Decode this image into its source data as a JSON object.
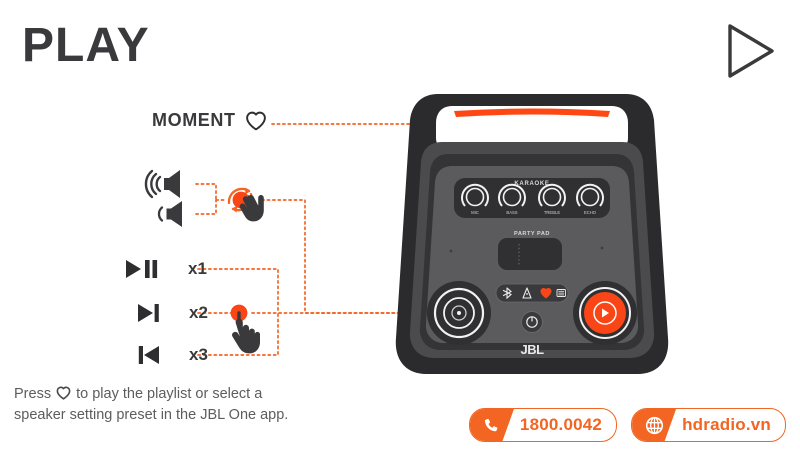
{
  "page": {
    "title": "PLAY",
    "background_color": "#ffffff",
    "accent_color": "#f26522",
    "dark_color": "#3a3a3c"
  },
  "header": {
    "title": "PLAY",
    "play_icon_name": "play-outline-icon"
  },
  "callouts": {
    "moment": {
      "label": "MOMENT",
      "icon": "heart-outline-icon"
    },
    "volume": {
      "loud_icon": "speaker-volume-high-icon",
      "quiet_icon": "speaker-volume-low-icon",
      "gesture": "rotate-knob-hand-icon"
    },
    "playback": {
      "rows": [
        {
          "icon": "play-pause-icon",
          "label": "x1"
        },
        {
          "icon": "next-track-icon",
          "label": "x2"
        },
        {
          "icon": "previous-track-icon",
          "label": "x3"
        }
      ],
      "gesture": "press-button-hand-icon"
    }
  },
  "speaker": {
    "brand": "JBL",
    "karaoke_label": "KARAOKE",
    "knobs": [
      {
        "label": "MIC"
      },
      {
        "label": "BASS"
      },
      {
        "label": "TREBLE"
      },
      {
        "label": "ECHO"
      }
    ],
    "party_pad_label": "PARTY PAD",
    "control_strip": [
      {
        "name": "bluetooth-icon",
        "highlighted": false
      },
      {
        "name": "party-light-icon",
        "highlighted": false
      },
      {
        "name": "heart-moment-icon",
        "highlighted": true
      },
      {
        "name": "bass-boost-icon",
        "highlighted": false
      }
    ],
    "left_knob_name": "volume-knob",
    "right_button_name": "play-button",
    "power_button_name": "power-button",
    "led_strip_color": "#ff4713"
  },
  "caption": {
    "line1_before": "Press ",
    "line1_after": " to play the playlist or select a",
    "line2": "speaker setting preset in the JBL One app.",
    "heart_icon": "heart-outline-icon"
  },
  "badges": [
    {
      "icon": "phone-icon",
      "text": "1800.0042"
    },
    {
      "icon": "globe-icon",
      "text": "hdradio.vn"
    }
  ]
}
